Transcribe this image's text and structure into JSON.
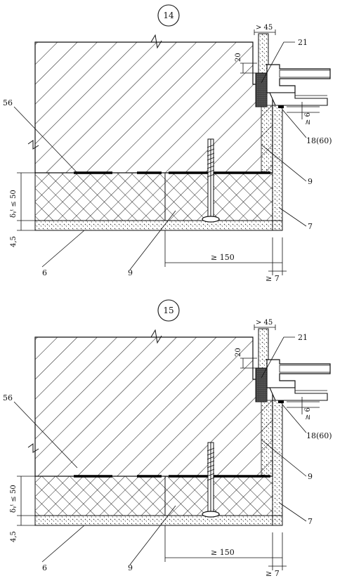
{
  "figures": [
    {
      "number": "14",
      "labels": {
        "dim_top": "> 45",
        "dim_20": "20",
        "ref_21": "21",
        "ref_56": "56",
        "dim_ge6": "≥ 6",
        "ref_18": "18(60)",
        "ref_9a": "9",
        "ref_7": "7",
        "dim_delta": "δᵧᵗ ≤ 50",
        "dim_45": "4,5",
        "ref_6": "6",
        "ref_9b": "9",
        "dim_150": "≥ 150",
        "dim_ge7": "≥ 7"
      }
    },
    {
      "number": "15",
      "labels": {
        "dim_top": "> 45",
        "dim_20": "20",
        "ref_21": "21",
        "ref_56": "56",
        "dim_ge6": "≥ 6",
        "ref_18": "18(60)",
        "ref_9a": "9",
        "ref_7": "7",
        "dim_delta": "δᵧᵗ ≤ 50",
        "dim_45": "4,5",
        "ref_6": "6",
        "ref_9b": "9",
        "dim_150": "≥ 150",
        "dim_ge7": "≥ 7"
      }
    }
  ]
}
